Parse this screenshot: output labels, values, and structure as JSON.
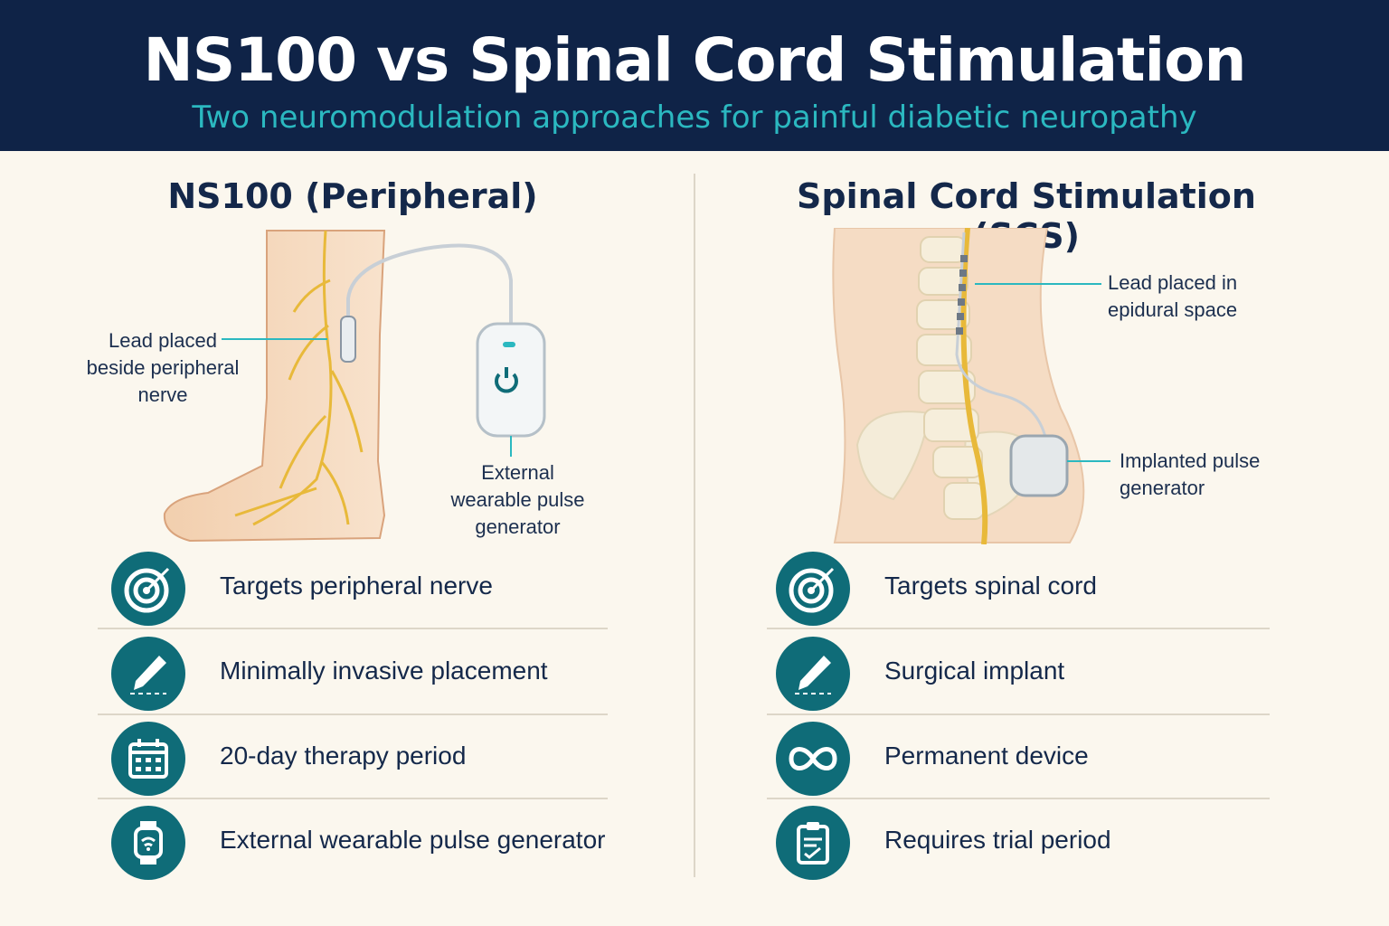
{
  "header": {
    "title": "NS100 vs Spinal Cord Stimulation",
    "subtitle": "Two neuromodulation approaches for painful diabetic neuropathy"
  },
  "colors": {
    "header_bg": "#0f2347",
    "accent_teal": "#2bb8c0",
    "icon_bg": "#0f6c78",
    "nerve_yellow": "#e8b93a",
    "page_bg": "#fbf7ee"
  },
  "left": {
    "title": "NS100 (Peripheral)",
    "callouts": {
      "lead": [
        "Lead placed",
        "beside peripheral",
        "nerve"
      ],
      "generator": [
        "External",
        "wearable pulse",
        "generator"
      ]
    },
    "features": [
      {
        "icon": "target-icon",
        "label": "Targets peripheral nerve"
      },
      {
        "icon": "scalpel-icon",
        "label": "Minimally invasive placement"
      },
      {
        "icon": "calendar-icon",
        "label": "20-day therapy period"
      },
      {
        "icon": "wearable-icon",
        "label": "External wearable pulse generator"
      }
    ]
  },
  "right": {
    "title": "Spinal Cord Stimulation (SCS)",
    "callouts": {
      "lead": [
        "Lead placed in",
        "epidural space"
      ],
      "generator": [
        "Implanted pulse",
        "generator"
      ]
    },
    "features": [
      {
        "icon": "target-icon",
        "label": "Targets spinal cord"
      },
      {
        "icon": "scalpel-icon",
        "label": "Surgical implant"
      },
      {
        "icon": "infinity-icon",
        "label": "Permanent device"
      },
      {
        "icon": "clipboard-icon",
        "label": "Requires trial period"
      }
    ]
  }
}
